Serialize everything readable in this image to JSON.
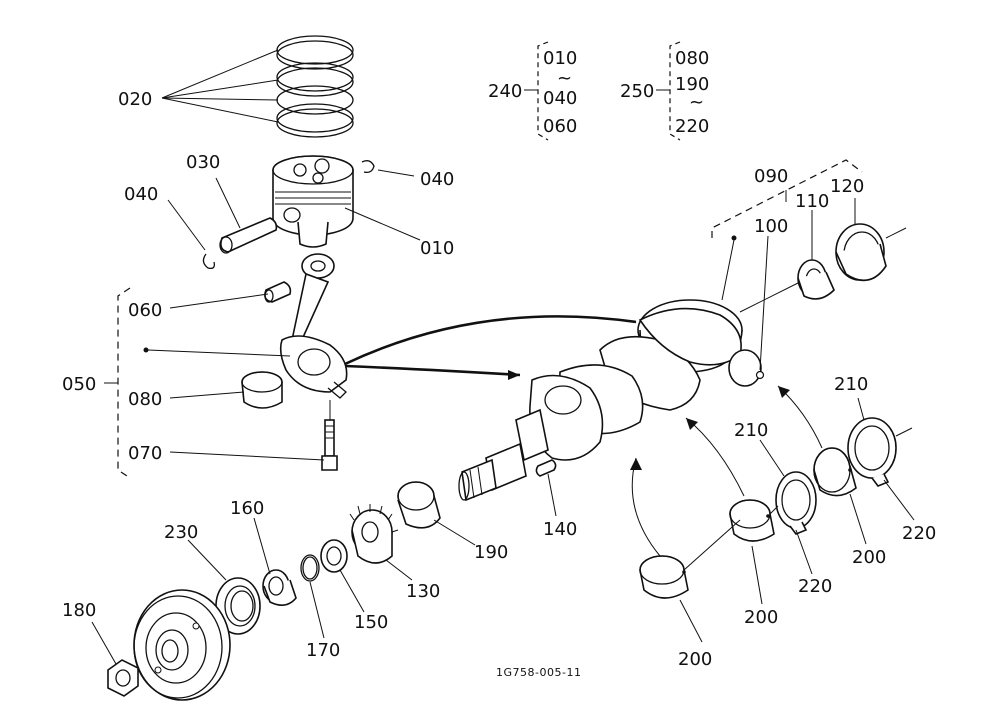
{
  "labels": {
    "l020": "020",
    "l030": "030",
    "l040a": "040",
    "l040b": "040",
    "l010": "010",
    "l060": "060",
    "l050": "050",
    "l080": "080",
    "l070": "070",
    "l090": "090",
    "l100": "100",
    "l110": "110",
    "l120": "120",
    "l140": "140",
    "l190": "190",
    "l130": "130",
    "l150": "150",
    "l170": "170",
    "l160": "160",
    "l230": "230",
    "l180": "180",
    "l210a": "210",
    "l210b": "210",
    "l200a": "200",
    "l200b": "200",
    "l200c": "200",
    "l220a": "220",
    "l220b": "220"
  },
  "groups": {
    "g240": {
      "label": "240",
      "items": [
        "010",
        "~",
        "040",
        "060"
      ]
    },
    "g250": {
      "label": "250",
      "items": [
        "080",
        "190",
        "~",
        "220"
      ]
    }
  },
  "drawing_code": "1G758-005-11"
}
